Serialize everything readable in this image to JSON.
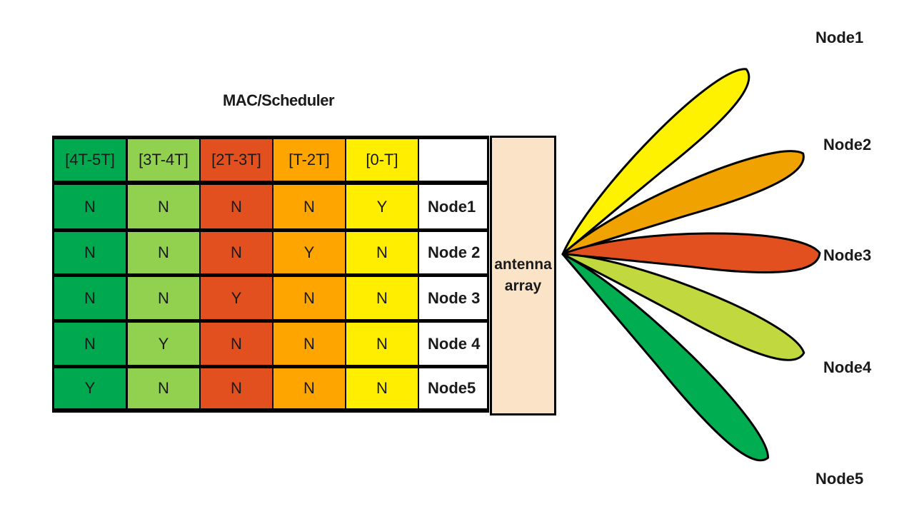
{
  "title": "MAC/Scheduler",
  "time_slots": [
    "[4T-5T]",
    "[3T-4T]",
    "[2T-3T]",
    "[T-2T]",
    "[0-T]"
  ],
  "slot_colors": [
    "#00a94f",
    "#92d050",
    "#e25020",
    "#ffa500",
    "#ffee00"
  ],
  "rows": [
    {
      "node": "Node1",
      "values": [
        "N",
        "N",
        "N",
        "N",
        "Y"
      ]
    },
    {
      "node": "Node 2",
      "values": [
        "N",
        "N",
        "N",
        "Y",
        "N"
      ]
    },
    {
      "node": "Node 3",
      "values": [
        "N",
        "N",
        "Y",
        "N",
        "N"
      ]
    },
    {
      "node": "Node 4",
      "values": [
        "N",
        "Y",
        "N",
        "N",
        "N"
      ]
    },
    {
      "node": "Node5",
      "values": [
        "Y",
        "N",
        "N",
        "N",
        "N"
      ]
    }
  ],
  "antenna": {
    "line1": "antenna",
    "line2": "array"
  },
  "beams": [
    {
      "label": "Node1",
      "color": "#fff200"
    },
    {
      "label": "Node2",
      "color": "#f0a200"
    },
    {
      "label": "Node3",
      "color": "#e25020"
    },
    {
      "label": "Node4",
      "color": "#c2d83f"
    },
    {
      "label": "Node5",
      "color": "#00ad50"
    }
  ]
}
